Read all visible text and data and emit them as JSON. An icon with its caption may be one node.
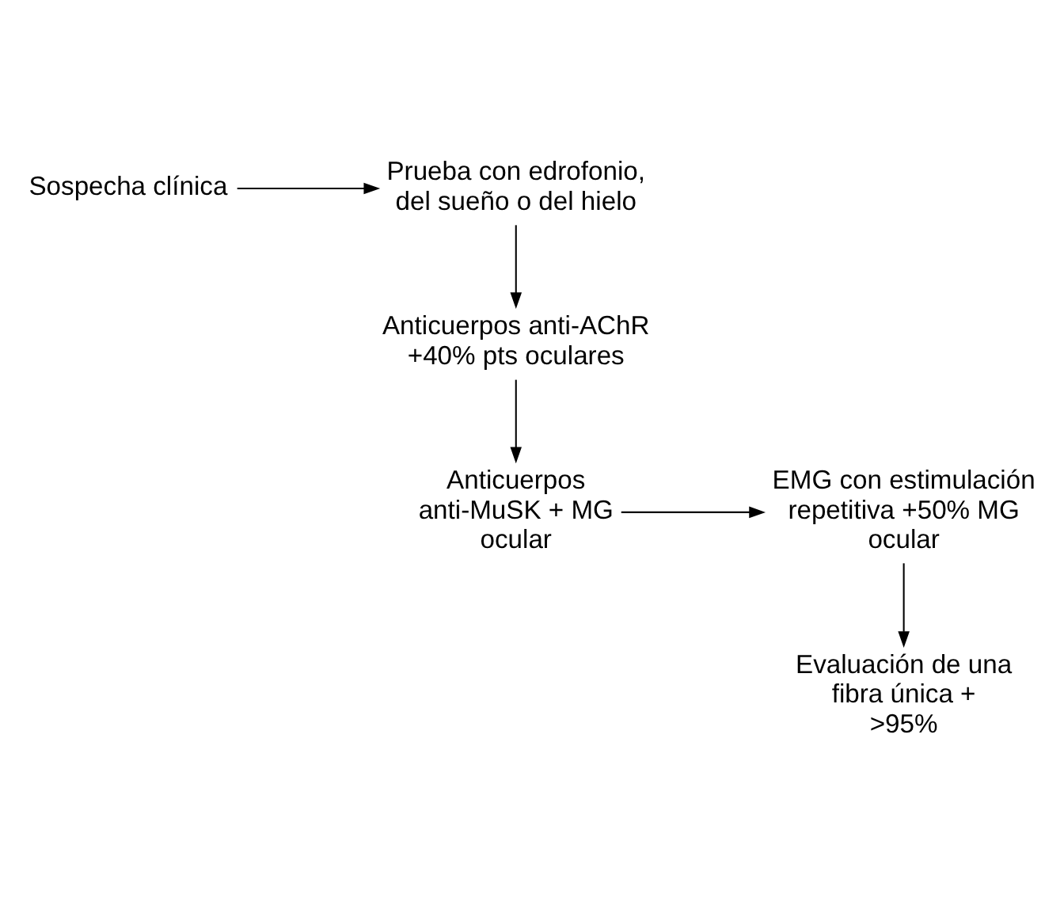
{
  "diagram": {
    "nodes": [
      {
        "text": [
          "Sospecha clínica"
        ]
      },
      {
        "text": [
          "Prueba con edrofonio, del sueño o del hielo"
        ]
      },
      {
        "text": [
          "Anticuerpos anti-AChR +40% pts oculares"
        ]
      },
      {
        "text": [
          "Anticuerpos anti-MuSK + MG ocular"
        ]
      },
      {
        "text": [
          "EMG con estimulación repetitiva +50% MG ocular"
        ]
      },
      {
        "text": [
          "Evaluación de una fibra única + >95%"
        ]
      }
    ],
    "edges": [
      {
        "from": 0,
        "to": 1,
        "arrow": "to"
      },
      {
        "from": 1,
        "to": 2,
        "arrow": "to"
      },
      {
        "from": 2,
        "to": 3,
        "arrow": "to"
      },
      {
        "from": 3,
        "to": 4,
        "arrow": "to"
      },
      {
        "from": 4,
        "to": 5,
        "arrow": "to"
      }
    ]
  }
}
